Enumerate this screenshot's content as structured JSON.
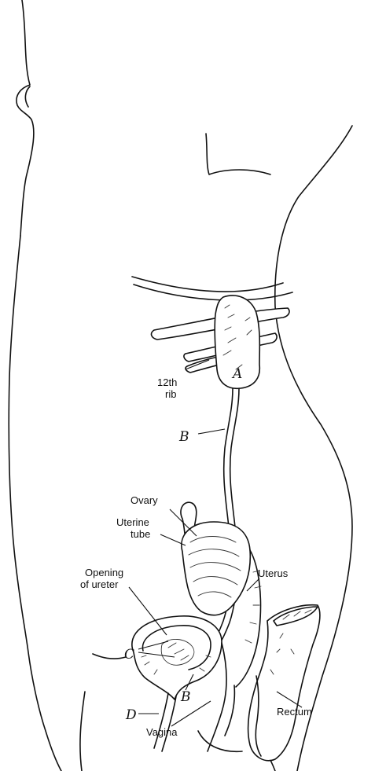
{
  "labels": {
    "rib_line1": "12th",
    "rib_line2": "rib",
    "ovary": "Ovary",
    "uterine_tube_line1": "Uterine",
    "uterine_tube_line2": "tube",
    "opening_line1": "Opening",
    "opening_line2": "of ureter",
    "uterus": "Uterus",
    "rectum": "Rectum",
    "vagina": "Vagina"
  },
  "letters": {
    "kidney": "A",
    "ureter": "B",
    "ureter_lower": "B",
    "ureter_openings": "C",
    "urethra": "D"
  }
}
